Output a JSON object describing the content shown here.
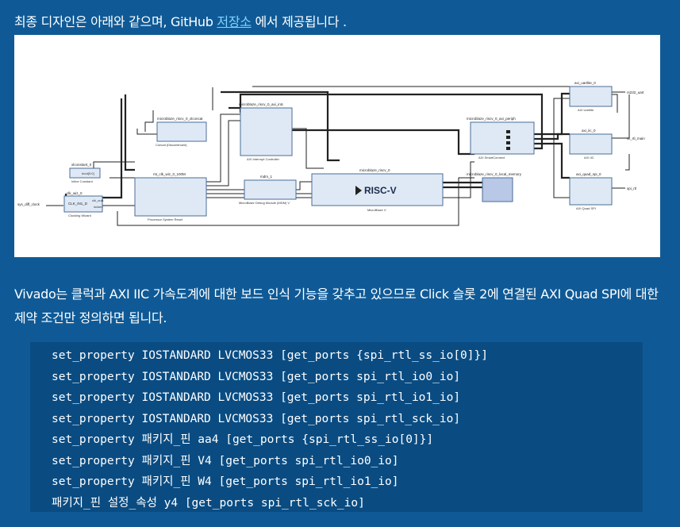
{
  "intro": {
    "before": "최종 디자인은 아래와 같으며, GitHub ",
    "link": "저장소",
    "after": " 에서 제공됩니다 ."
  },
  "diagram": {
    "labels": {
      "clk_wiz": "clk_wiz_0",
      "clk_wiz_sub": "Clocking Wizard",
      "clk_in": "CLK_IN1_D",
      "clk_out": "clk_out1",
      "locked": "locked",
      "sys_clk": "sys_diff_clock",
      "xlconstant": "xlconstant_0",
      "xlconstant_sub": "Inline Constant",
      "dout": "dout[0:0]",
      "concat": "microblaze_riscv_0_xlconcat",
      "concat_sub": "Concat (Discontinued)",
      "rst": "rst_clk_wiz_0_100M",
      "rst_sub": "Processor System Reset",
      "intc": "microblaze_riscv_0_axi_intc",
      "intc_sub": "AXI Interrupt Controller",
      "mdm": "mdm_1",
      "mdm_sub": "MicroBlaze Debug Module (MDM) V",
      "mb": "microblaze_riscv_0",
      "mb_sub": "MicroBlaze V",
      "riscv": "RISC-V",
      "periph": "microblaze_riscv_0_axi_periph",
      "periph_sub": "AXI SmartConnect",
      "lmem": "microblaze_riscv_0_local_memory",
      "uart": "axi_uartlite_0",
      "uart_sub": "AXI Uartlite",
      "iic": "axi_iic_0",
      "iic_sub": "AXI IIC",
      "spi": "axi_quad_spi_0",
      "spi_sub": "AXI Quad SPI",
      "out_uart": "rs232_uart",
      "out_iic": "iic_rtl_main",
      "out_spi": "spi_rtl"
    }
  },
  "para": "Vivado는 클럭과 AXI IIC 가속도계에 대한 보드 인식 기능을 갖추고 있으므로 Click 슬롯 2에 연결된 AXI Quad SPI에 대한 제약 조건만 정의하면 됩니다.",
  "code": [
    "set_property IOSTANDARD LVCMOS33 [get_ports {spi_rtl_ss_io[0]}]",
    "set_property IOSTANDARD LVCMOS33 [get_ports spi_rtl_io0_io]",
    "set_property IOSTANDARD LVCMOS33 [get_ports spi_rtl_io1_io]",
    "set_property IOSTANDARD LVCMOS33 [get_ports spi_rtl_sck_io]",
    "set_property 패키지_핀 aa4 [get_ports {spi_rtl_ss_io[0]}]",
    "set_property 패키지_핀 V4 [get_ports spi_rtl_io0_io]",
    "set_property 패키지_핀 W4 [get_ports spi_rtl_io1_io]",
    "패키지_핀 설정_속성 y4 [get_ports spi_rtl_sck_io]"
  ],
  "colors": {
    "background": "#0f5a96",
    "code_bg": "#0a4c82",
    "link": "#7fd3ff",
    "block_fill": "#dfe9f5",
    "block_stroke": "#4a6e96"
  }
}
